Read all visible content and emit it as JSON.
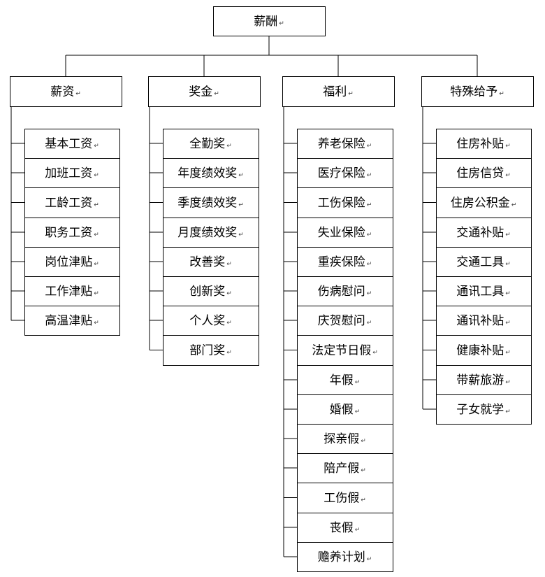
{
  "root": {
    "label": "薪酬"
  },
  "categories": [
    {
      "label": "薪资",
      "items": [
        "基本工资",
        "加班工资",
        "工龄工资",
        "职务工资",
        "岗位津贴",
        "工作津贴",
        "高温津贴"
      ]
    },
    {
      "label": "奖金",
      "items": [
        "全勤奖",
        "年度绩效奖",
        "季度绩效奖",
        "月度绩效奖",
        "改善奖",
        "创新奖",
        "个人奖",
        "部门奖"
      ]
    },
    {
      "label": "福利",
      "items": [
        "养老保险",
        "医疗保险",
        "工伤保险",
        "失业保险",
        "重疾保险",
        "伤病慰问",
        "庆贺慰问",
        "法定节日假",
        "年假",
        "婚假",
        "探亲假",
        "陪产假",
        "工伤假",
        "丧假",
        "赡养计划"
      ]
    },
    {
      "label": "特殊给予",
      "items": [
        "住房补贴",
        "住房信贷",
        "住房公积金",
        "交通补贴",
        "交通工具",
        "通讯工具",
        "通讯补贴",
        "健康补贴",
        "带薪旅游",
        "子女就学"
      ]
    }
  ],
  "paragraph_mark": "↵"
}
